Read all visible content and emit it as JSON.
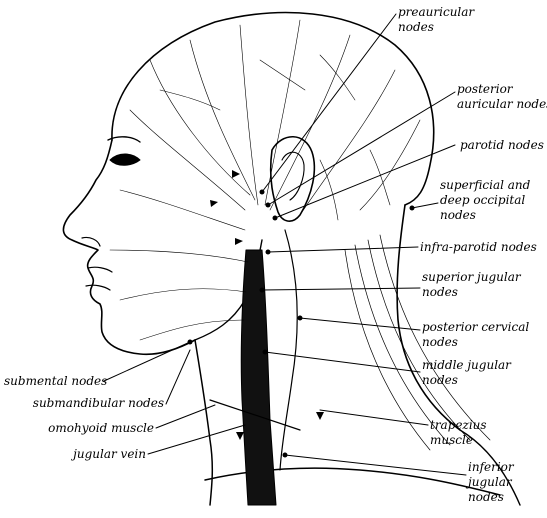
{
  "labels": {
    "preauricular": [
      "preauricular",
      "nodes"
    ],
    "posterior_auricular": [
      "posterior",
      "auricular nodes"
    ],
    "parotid": [
      "parotid nodes"
    ],
    "occipital": [
      "superficial and",
      "deep occipital",
      "nodes"
    ],
    "infra_parotid": [
      "infra-parotid nodes"
    ],
    "superior_jugular": [
      "superior jugular",
      "nodes"
    ],
    "posterior_cervical": [
      "posterior cervical",
      "nodes"
    ],
    "middle_jugular": [
      "middle jugular",
      "nodes"
    ],
    "trapezius": [
      "trapezius",
      "muscle"
    ],
    "inferior_jugular": [
      "inferior",
      "jugular",
      "nodes"
    ],
    "submental": [
      "submental nodes"
    ],
    "submandibular": [
      "submandibular nodes"
    ],
    "omohyoid": [
      "omohyoid muscle"
    ],
    "jugular_vein": [
      "jugular vein"
    ]
  },
  "colors": {
    "ink": "#000000",
    "background": "#ffffff"
  }
}
